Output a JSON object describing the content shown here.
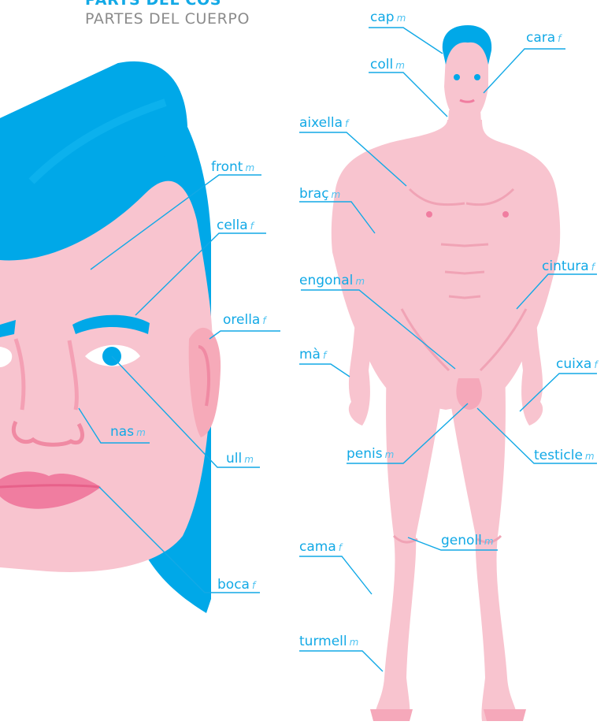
{
  "header": {
    "title_ca": "PARTS DEL COS",
    "title_es": "PARTES DEL CUERPO"
  },
  "colors": {
    "accent": "#12a9e6",
    "hair": "#00a8e8",
    "skin": "#f8c4cf",
    "skin_shade": "#f0a3b5",
    "gender_marker": "#4fc3f1",
    "subtitle_gray": "#8b8b8b"
  },
  "face_labels": [
    {
      "id": "front",
      "word": "front",
      "gender": "m"
    },
    {
      "id": "cella",
      "word": "cella",
      "gender": "f"
    },
    {
      "id": "orella",
      "word": "orella",
      "gender": "f"
    },
    {
      "id": "nas",
      "word": "nas",
      "gender": "m"
    },
    {
      "id": "ull",
      "word": "ull",
      "gender": "m"
    },
    {
      "id": "boca",
      "word": "boca",
      "gender": "f"
    }
  ],
  "body_labels": [
    {
      "id": "cap",
      "word": "cap",
      "gender": "m"
    },
    {
      "id": "cara",
      "word": "cara",
      "gender": "f"
    },
    {
      "id": "coll",
      "word": "coll",
      "gender": "m"
    },
    {
      "id": "aixella",
      "word": "aixella",
      "gender": "f"
    },
    {
      "id": "brac",
      "word": "braç",
      "gender": "m"
    },
    {
      "id": "engonal",
      "word": "engonal",
      "gender": "m"
    },
    {
      "id": "cintura",
      "word": "cintura",
      "gender": "f"
    },
    {
      "id": "ma",
      "word": "mà",
      "gender": "f"
    },
    {
      "id": "cuixa",
      "word": "cuixa",
      "gender": "f"
    },
    {
      "id": "penis",
      "word": "penis",
      "gender": "m"
    },
    {
      "id": "testicle",
      "word": "testicle",
      "gender": "m"
    },
    {
      "id": "cama",
      "word": "cama",
      "gender": "f"
    },
    {
      "id": "genoll",
      "word": "genoll",
      "gender": "m"
    },
    {
      "id": "turmell",
      "word": "turmell",
      "gender": "m"
    }
  ]
}
